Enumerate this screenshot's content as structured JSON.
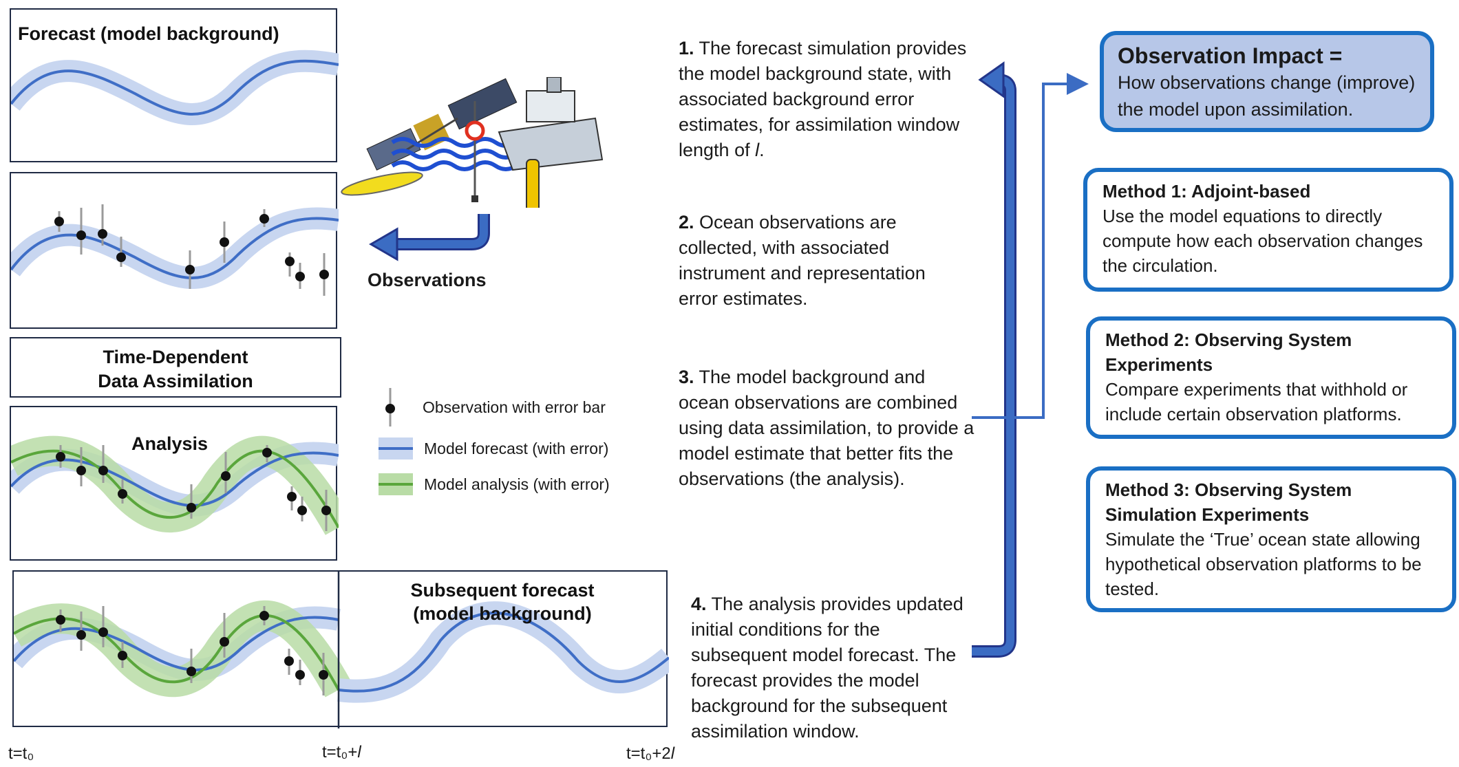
{
  "panels": {
    "forecast_title": "Forecast (model background)",
    "tdda_line1": "Time-Dependent",
    "tdda_line2": "Data Assimilation",
    "analysis_title": "Analysis",
    "subsequent_line1": "Subsequent forecast",
    "subsequent_line2": "(model background)"
  },
  "observations_label": "Observations",
  "legend": {
    "obs": "Observation with error bar",
    "forecast": "Model forecast (with error)",
    "analysis": "Model analysis (with error)"
  },
  "time_labels": {
    "t0": "t=t₀",
    "t1_prefix": "t=t₀+",
    "t1_var": "l",
    "t2_prefix": "t=t₀+2",
    "t2_var": "l"
  },
  "steps": {
    "s1_num": "1.",
    "s1_text": " The forecast simulation provides the model background state, with associated background error estimates, for assimilation window length of ",
    "s1_var": "l",
    "s1_end": ".",
    "s2_num": "2.",
    "s2_text": " Ocean observations are collected, with associated instrument and representation error estimates.",
    "s3_num": "3.",
    "s3_text": " The model background and ocean observations are combined using data assimilation, to provide a model estimate that better fits the observations (the analysis).",
    "s4_num": "4.",
    "s4_text": " The analysis provides updated initial conditions for the subsequent model forecast. The forecast provides the model background for the subsequent assimilation window."
  },
  "impact": {
    "title": "Observation Impact =",
    "text": "How observations change (improve) the model  upon assimilation."
  },
  "methods": [
    {
      "title": "Method 1: Adjoint-based",
      "text": "Use the model equations to directly compute how each observation changes the circulation."
    },
    {
      "title": "Method 2: Observing System Experiments",
      "text": "Compare experiments that withhold or include certain observation platforms."
    },
    {
      "title": "Method 3: Observing System Simulation Experiments",
      "text": "Simulate the ‘True’ ocean state allowing hypothetical observation platforms to be tested."
    }
  ],
  "colors": {
    "forecast_line": "#3f6ec6",
    "forecast_band": "#c8d6f0",
    "analysis_line": "#5aa63c",
    "analysis_band": "#b9dca6",
    "arrow_blue": "#3b6cc3",
    "method_border": "#1a6fc4",
    "impact_fill": "#b7c7e8"
  }
}
